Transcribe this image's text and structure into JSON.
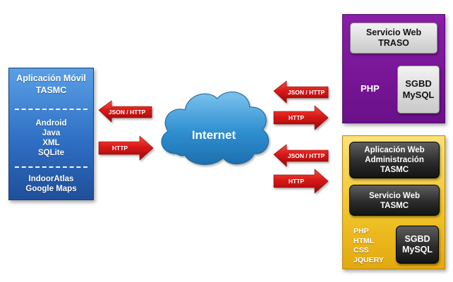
{
  "mobile_app": {
    "title_lines": [
      "Aplicación Móvil",
      "TASMC"
    ],
    "tech_lines": [
      "Android",
      "Java",
      "XML",
      "SQLite"
    ],
    "library_lines": [
      "IndoorAtlas",
      "Google Maps"
    ],
    "color": "#2f6fc4"
  },
  "internet": {
    "label": "Internet",
    "color": "#2f8fcf"
  },
  "arrows": {
    "left_top": "JSON / HTTP",
    "left_bottom": "HTTP",
    "right_1": "JSON / HTTP",
    "right_2": "HTTP",
    "right_3": "JSON / HTTP",
    "right_4": "HTTP",
    "color": "#d21414"
  },
  "traso_server": {
    "service_lines": [
      "Servicio Web",
      "TRASO"
    ],
    "php_label": "PHP",
    "db_lines": [
      "SGBD",
      "MySQL"
    ],
    "color": "#7a168f"
  },
  "tasmc_server": {
    "admin_lines": [
      "Aplicación Web",
      "Administración",
      "TASMC"
    ],
    "service_lines": [
      "Servicio Web",
      "TASMC"
    ],
    "tech_lines": [
      "PHP",
      "HTML",
      "CSS",
      "JQUERY"
    ],
    "db_lines": [
      "SGBD",
      "MySQL"
    ],
    "color": "#f1c52a"
  }
}
